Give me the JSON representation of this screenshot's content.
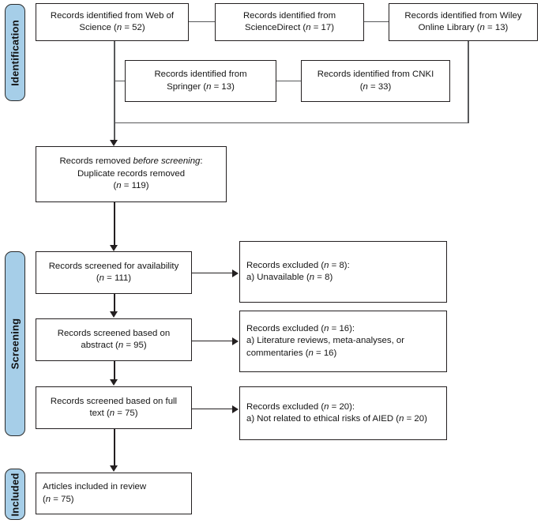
{
  "diagram": {
    "title": "PRISMA flow diagram",
    "accent_color": "#a6cee8",
    "border_color": "#231f20",
    "connector_color": "#58595b"
  },
  "stages": [
    {
      "id": "identification",
      "label": "Identification"
    },
    {
      "id": "screening",
      "label": "Screening"
    },
    {
      "id": "included",
      "label": "Included"
    }
  ],
  "identification": {
    "sources": [
      {
        "id": "web-of-science",
        "line1": "Records identified from Web of",
        "line2_pre": "Science (",
        "line2_italic": "n",
        "line2_post": " = 52)",
        "database": "Web of Science",
        "count": 52
      },
      {
        "id": "sciencedirect",
        "line1": "Records identified from",
        "line2_pre": "ScienceDirect (",
        "line2_italic": "n",
        "line2_post": " = 17)",
        "database": "ScienceDirect",
        "count": 17
      },
      {
        "id": "wiley-online-library",
        "line1": "Records identified from Wiley",
        "line2_pre": "Online Library (",
        "line2_italic": "n",
        "line2_post": " = 13)",
        "database": "Wiley Online Library",
        "count": 13
      },
      {
        "id": "springer",
        "line1": "Records identified from",
        "line2_pre": "Springer (",
        "line2_italic": "n",
        "line2_post": " = 13)",
        "database": "Springer",
        "count": 13
      },
      {
        "id": "cnki",
        "line1": "Records identified from CNKI",
        "line2_pre": "(",
        "line2_italic": "n",
        "line2_post": " = 33)",
        "database": "CNKI",
        "count": 33
      }
    ]
  },
  "removed": {
    "id": "records-removed-before-screening",
    "line1_pre": "Records removed ",
    "line1_italic": "before screening",
    "line1_post": ":",
    "line2": "Duplicate records removed",
    "line3_pre": "(",
    "line3_italic": "n",
    "line3_post": " = 119)",
    "count": 119
  },
  "screening": {
    "steps": [
      {
        "id": "screened-for-availability",
        "line1": "Records screened for availability",
        "line2_pre": "(",
        "line2_italic": "n",
        "line2_post": " = 111)",
        "count": 111
      },
      {
        "id": "screened-based-on-abstract",
        "line1": "Records screened based on",
        "line2_pre": "abstract (",
        "line2_italic": "n",
        "line2_post": " = 95)",
        "count": 95
      },
      {
        "id": "screened-based-on-full-text",
        "line1": "Records screened based on full",
        "line2_pre": "text (",
        "line2_italic": "n",
        "line2_post": " = 75)",
        "count": 75
      }
    ],
    "exclusions": [
      {
        "id": "excluded-unavailable",
        "line1_pre": "Records excluded (",
        "line1_italic": "n",
        "line1_post": " = 8):",
        "line2_pre": "a) Unavailable (",
        "line2_italic": "n",
        "line2_post": " = 8)",
        "count": 8,
        "reason": "Unavailable"
      },
      {
        "id": "excluded-reviews",
        "line1_pre": "Records excluded (",
        "line1_italic": "n",
        "line1_post": " = 16):",
        "line2_pre": "a)  Literature  reviews,  meta-analyses,  or",
        "line2_italic": "",
        "line2_post": "",
        "line3_pre": "commentaries (",
        "line3_italic": "n",
        "line3_post": " = 16)",
        "count": 16,
        "reason": "Literature reviews, meta-analyses, or commentaries"
      },
      {
        "id": "excluded-not-related",
        "line1_pre": "Records excluded (",
        "line1_italic": "n",
        "line1_post": " = 20):",
        "line2_pre": "a) Not related to ethical risks of AIED (",
        "line2_italic": "n",
        "line2_post": " = 20)",
        "count": 20,
        "reason": "Not related to ethical risks of AIED"
      }
    ]
  },
  "included": {
    "id": "articles-included-in-review",
    "line1": "Articles included in review",
    "line2_pre": "(",
    "line2_italic": "n",
    "line2_post": " = 75)",
    "count": 75
  }
}
